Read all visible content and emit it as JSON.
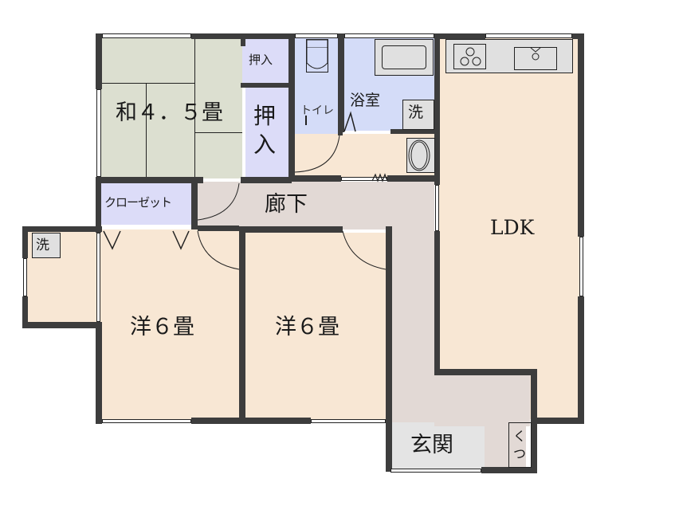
{
  "floorplan": {
    "colors": {
      "wall": "#3d3d3d",
      "tatami": "#dcdfd0",
      "western": "#f8e7d4",
      "storage": "#dcdcf8",
      "wet": "#d4dcf8",
      "hall": "#e2d9d5",
      "entrance_floor": "#e4e4e4",
      "fixture": "#e0e0e0"
    },
    "rooms": {
      "washitsu": "和４．５畳",
      "oshiire_small": "押入",
      "oshiire_large_1": "押",
      "oshiire_large_2": "入",
      "toilet": "トイレ",
      "bath": "浴室",
      "wash_bath": "洗",
      "closet": "クローゼット",
      "hallway": "廊下",
      "ldk": "LDK",
      "wash_left": "洗",
      "western_1": "洋６畳",
      "western_2": "洋６畳",
      "entrance": "玄関",
      "shoe_1": "く",
      "shoe_2": "つ"
    }
  }
}
